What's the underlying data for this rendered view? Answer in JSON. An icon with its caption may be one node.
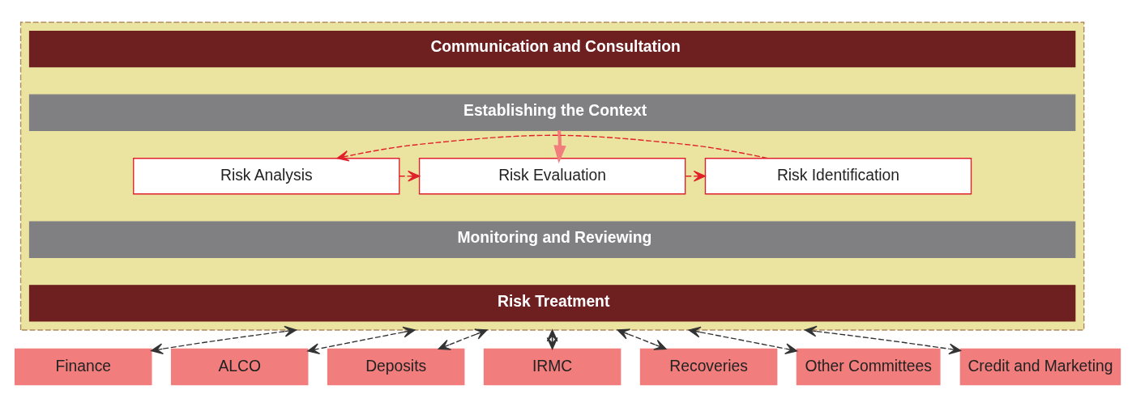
{
  "diagram": {
    "nodes": [
      {
        "text": [],
        "shape": "box"
      },
      {
        "text": [
          "Communication and Consultation"
        ],
        "in": 0
      },
      {
        "text": [
          "Establishing the Context"
        ],
        "in": 0
      },
      {
        "text": [
          "Risk Analysis"
        ],
        "in": 0
      },
      {
        "text": [
          "Risk Evaluation"
        ],
        "in": 0
      },
      {
        "text": [
          "Risk Identification"
        ],
        "in": 0
      },
      {
        "text": [
          "Monitoring and Reviewing"
        ],
        "in": 0
      },
      {
        "text": [
          "Risk Treatment"
        ],
        "in": 0
      },
      {
        "text": [
          "Finance"
        ]
      },
      {
        "text": [
          "ALCO"
        ]
      },
      {
        "text": [
          "Deposits"
        ]
      },
      {
        "text": [
          "IRMC"
        ]
      },
      {
        "text": [
          "Recoveries"
        ]
      },
      {
        "text": [
          "Other Committees"
        ]
      },
      {
        "text": [
          "Credit and Marketing"
        ]
      }
    ],
    "edges": [
      {
        "from": 2,
        "to": 4,
        "arrow": "to",
        "color": "#f27d7d",
        "style": "thick"
      },
      {
        "from": 3,
        "to": 4,
        "arrow": "to",
        "style": "dashed",
        "color": "#e0202a"
      },
      {
        "from": 4,
        "to": 5,
        "arrow": "to",
        "style": "dashed",
        "color": "#e0202a"
      },
      {
        "from": 5,
        "to": 3,
        "arrow": "to",
        "style": "dashed",
        "color": "#e0202a"
      },
      {
        "from": 0,
        "to": 8,
        "arrow": "both",
        "style": "dashed"
      },
      {
        "from": 0,
        "to": 9,
        "arrow": "both",
        "style": "dashed"
      },
      {
        "from": 0,
        "to": 10,
        "arrow": "both",
        "style": "dashed"
      },
      {
        "from": 0,
        "to": 11,
        "arrow": "both",
        "style": "dashed"
      },
      {
        "from": 0,
        "to": 12,
        "arrow": "both",
        "style": "dashed"
      },
      {
        "from": 0,
        "to": 13,
        "arrow": "both",
        "style": "dashed"
      },
      {
        "from": 0,
        "to": 14,
        "arrow": "both",
        "style": "dashed"
      }
    ]
  }
}
